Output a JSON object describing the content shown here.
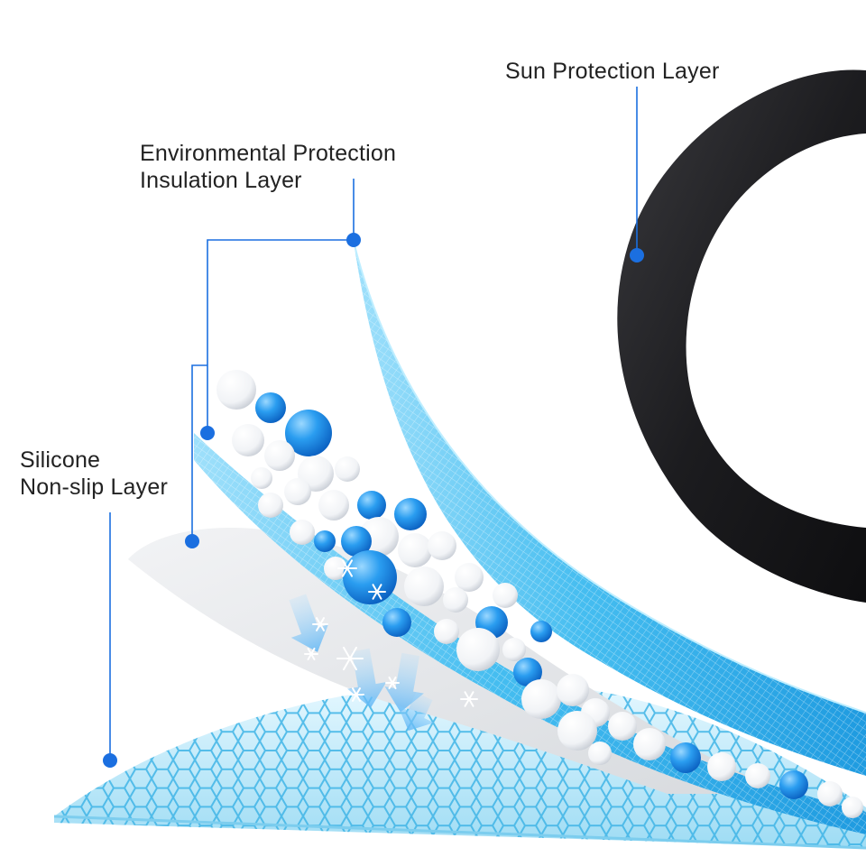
{
  "labels": {
    "sun": "Sun Protection Layer",
    "env_line1": "Environmental Protection",
    "env_line2": "Insulation Layer",
    "sil_line1": "Silicone",
    "sil_line2": "Non-slip Layer"
  },
  "colors": {
    "leader": "#1b6fe0",
    "sun_layer": "#1c1c1e",
    "insulation_layer": "#3fb9ee",
    "bead_blue": "#1e8fe6",
    "bead_white": "#ffffff",
    "cooling_layer": "#e9ecef",
    "mesh_layer": "#bfe9f8"
  },
  "icons": [
    "snowflake-icon",
    "cooling-arrow-icon"
  ]
}
